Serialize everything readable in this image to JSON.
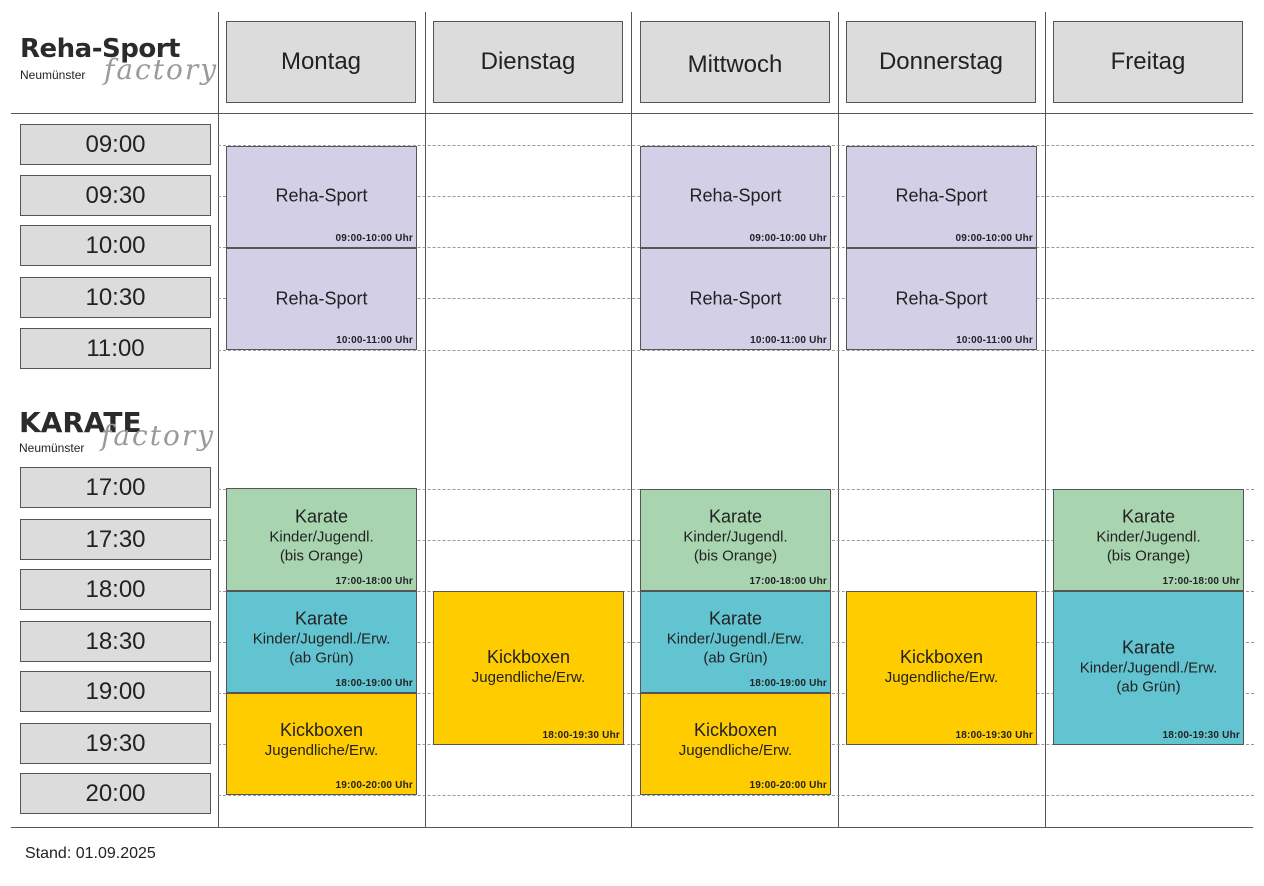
{
  "logos": {
    "reha": {
      "main": "Reha-Sport",
      "sub": "Neumünster",
      "factory": "factory"
    },
    "karate": {
      "main": "KARATE",
      "sub": "Neumünster",
      "factory": "factory"
    }
  },
  "days": [
    "Montag",
    "Dienstag",
    "Mittwoch",
    "Donnerstag",
    "Freitag"
  ],
  "times_morning": [
    "09:00",
    "09:30",
    "10:00",
    "10:30",
    "11:00"
  ],
  "times_evening": [
    "17:00",
    "17:30",
    "18:00",
    "18:30",
    "19:00",
    "19:30",
    "20:00"
  ],
  "courses": {
    "reha_1": {
      "title": "Reha-Sport",
      "sub": "",
      "time": "09:00-10:00 Uhr"
    },
    "reha_2": {
      "title": "Reha-Sport",
      "sub": "",
      "time": "10:00-11:00 Uhr"
    },
    "karate_kids": {
      "title": "Karate",
      "sub1": "Kinder/Jugendl.",
      "sub2": "(bis Orange)",
      "time": "17:00-18:00 Uhr"
    },
    "karate_all": {
      "title": "Karate",
      "sub1": "Kinder/Jugendl./Erw.",
      "sub2": "(ab Grün)",
      "time": "18:00-19:00 Uhr"
    },
    "karate_all_fri": {
      "title": "Karate",
      "sub1": "Kinder/Jugendl./Erw.",
      "sub2": "(ab Grün)",
      "time": "18:00-19:30 Uhr"
    },
    "kick_late": {
      "title": "Kickboxen",
      "sub1": "Jugendliche/Erw.",
      "time": "19:00-20:00 Uhr"
    },
    "kick_early": {
      "title": "Kickboxen",
      "sub1": "Jugendliche/Erw.",
      "time": "18:00-19:30 Uhr"
    }
  },
  "colors": {
    "reha": "#d3cfe7",
    "karate_kids": "#a8d5b0",
    "karate_all": "#63c4d1",
    "kickboxen": "#ffcc00",
    "header_box": "#dcdcdc"
  },
  "footer": "Stand: 01.09.2025"
}
